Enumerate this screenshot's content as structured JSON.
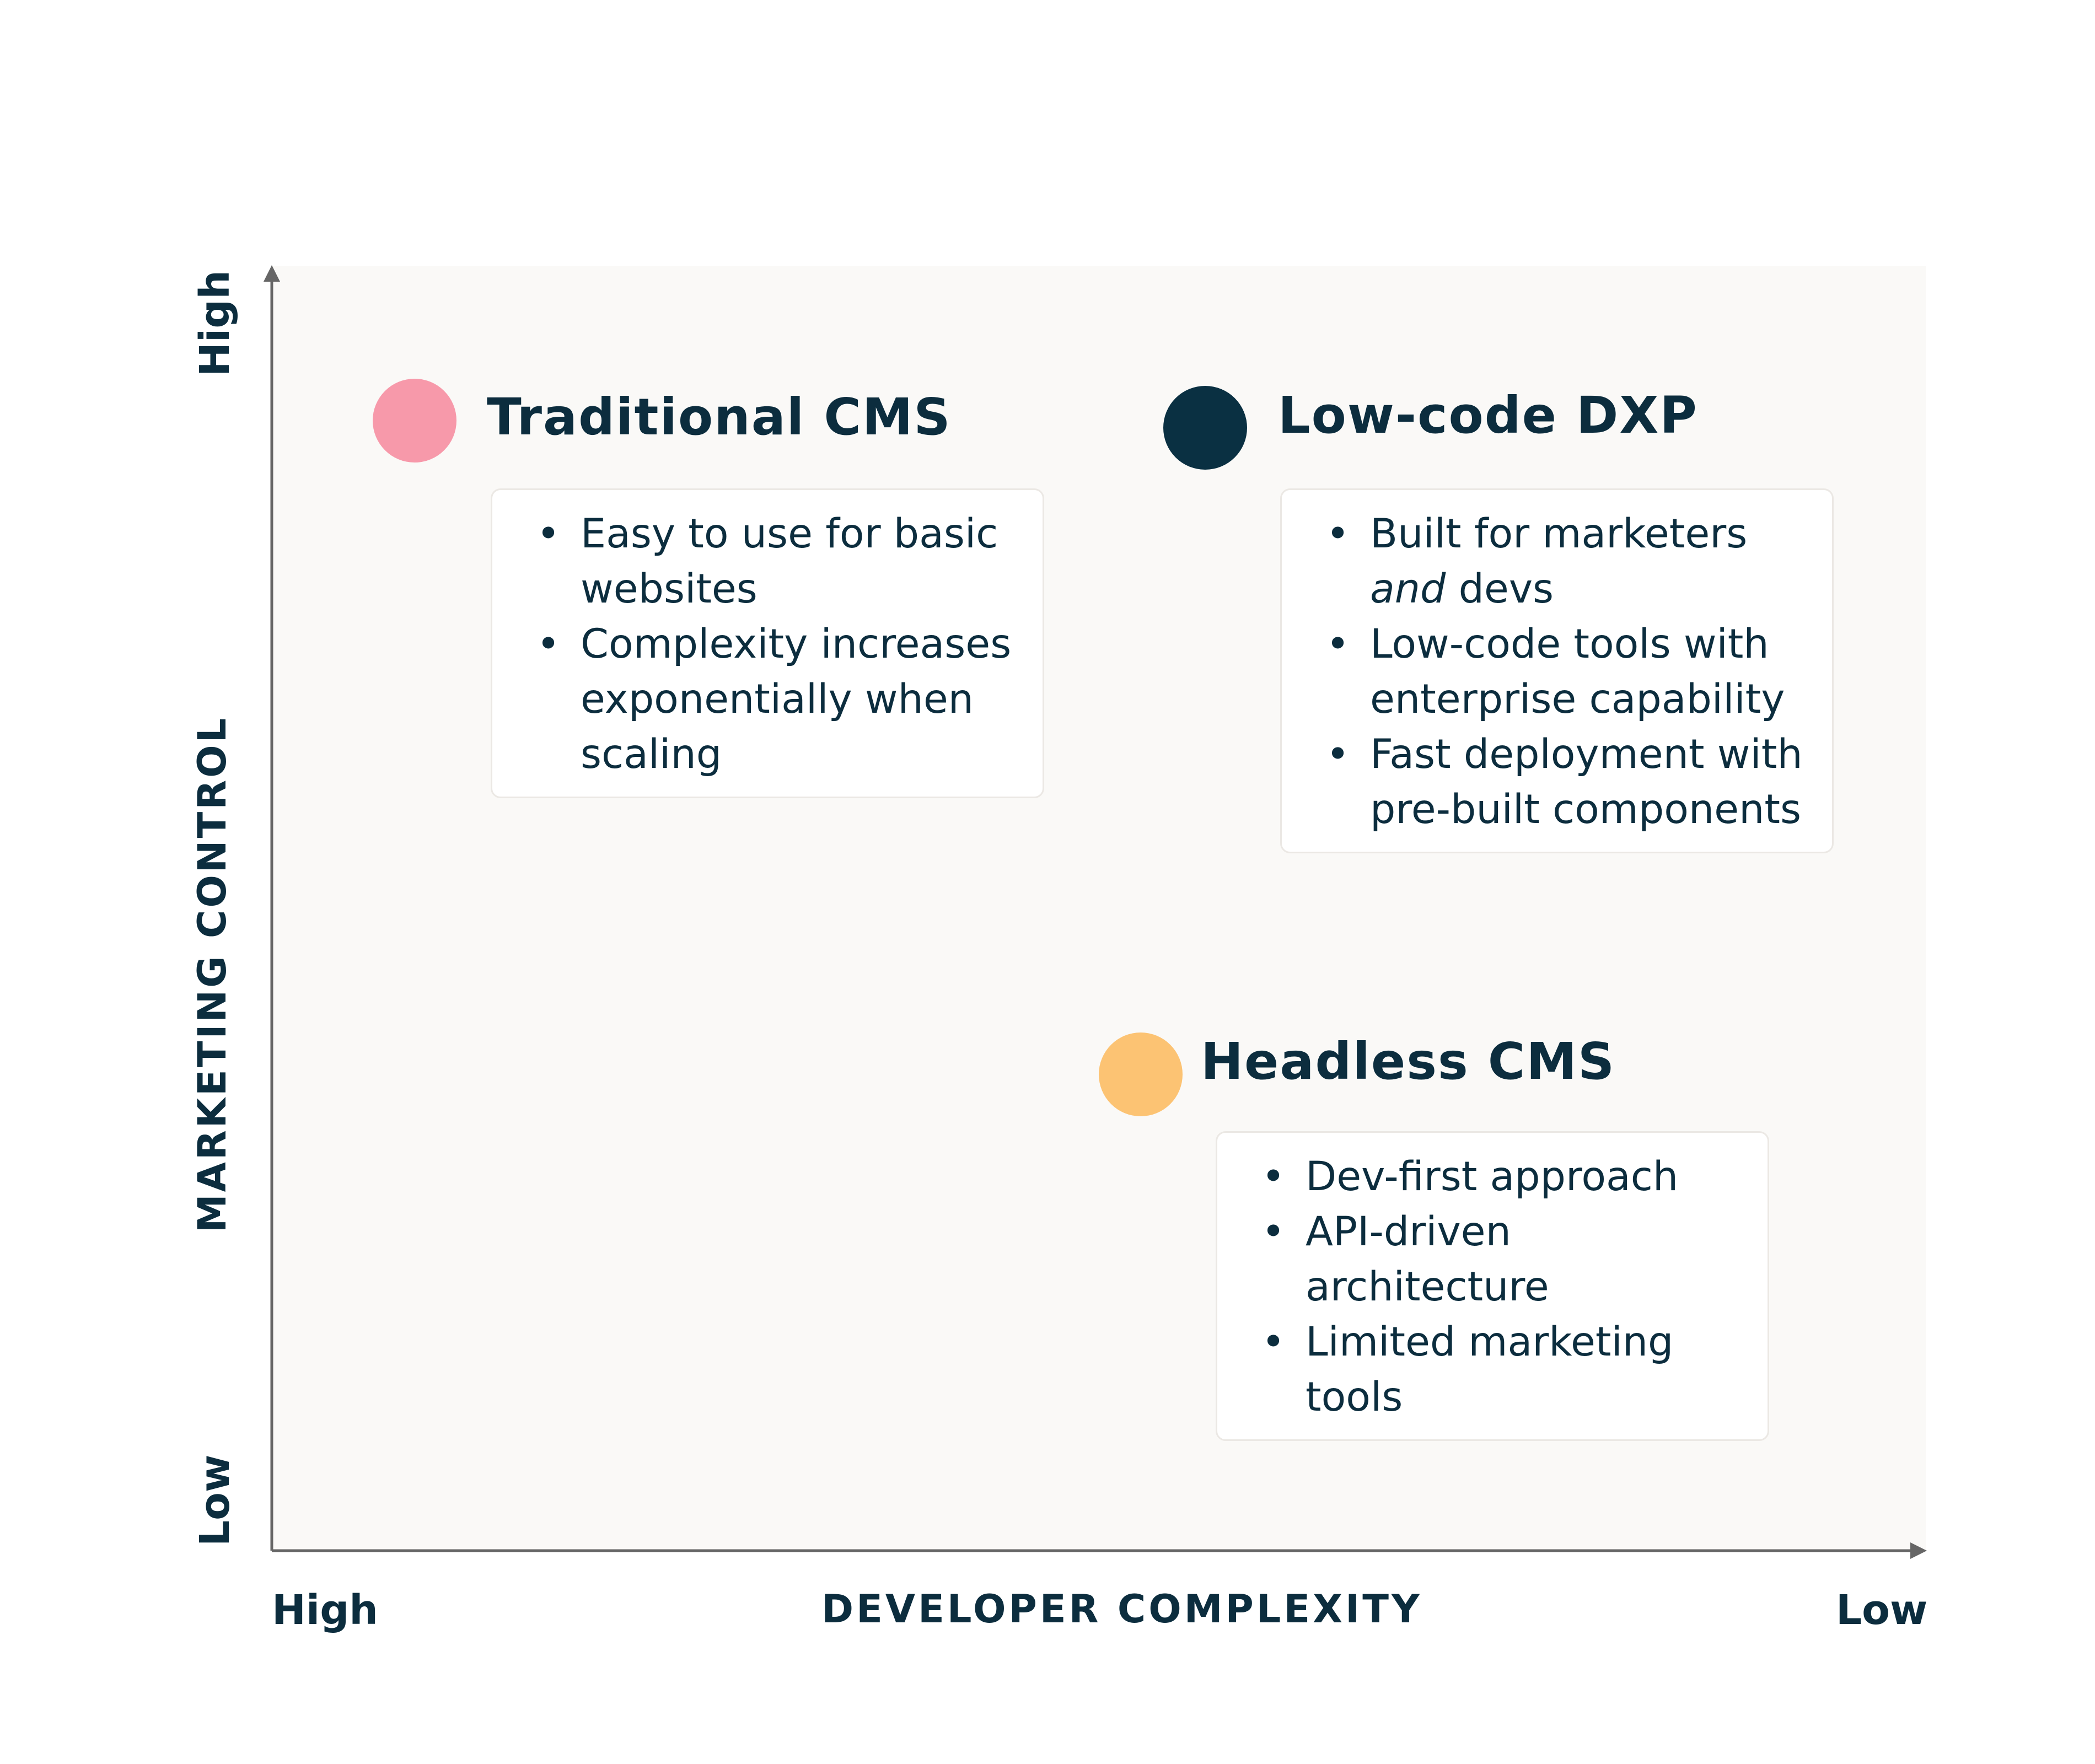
{
  "axes": {
    "y": {
      "title": "MARKETING CONTROL",
      "high_label": "High",
      "low_label": "Low"
    },
    "x": {
      "title": "DEVELOPER COMPLEXITY",
      "high_label": "High",
      "low_label": "Low"
    },
    "axis_color": "#666666",
    "plot_background": "#faf9f7"
  },
  "quadrants": {
    "traditional": {
      "title": "Traditional CMS",
      "dot_color": "#f799aa",
      "bullets": [
        {
          "text": "Easy to use for basic websites"
        },
        {
          "text": "Complexity increases exponentially when scaling"
        }
      ]
    },
    "dxp": {
      "title": "Low-code DXP",
      "dot_color": "#0a3042",
      "bullets": [
        {
          "text_em": "and",
          "text": "Built for marketers",
          "text_after": "devs"
        },
        {
          "text": "Low-code tools with enterprise capability"
        },
        {
          "text": "Fast deployment with pre-built components"
        }
      ]
    },
    "headless": {
      "title": "Headless CMS",
      "dot_color": "#fcc373",
      "bullets": [
        {
          "text": "Dev-first approach"
        },
        {
          "text": "API-driven architecture"
        },
        {
          "text": "Limited marketing tools"
        }
      ]
    }
  }
}
